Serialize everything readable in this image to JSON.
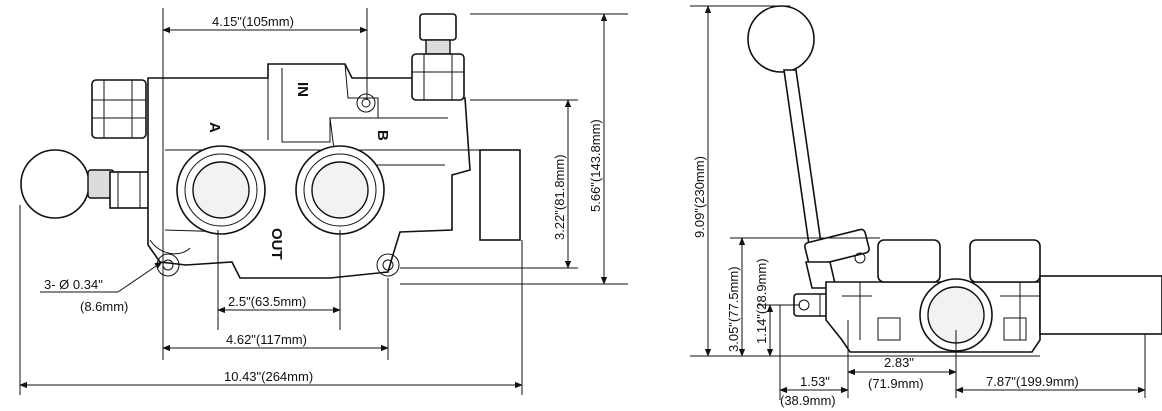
{
  "front_view": {
    "dim_width_top": "4.15\"(105mm)",
    "dim_height_total": "5.66\"(143.8mm)",
    "dim_height_ports": "3.22\"(81.8mm)",
    "dim_port_spacing": "2.5\"(63.5mm)",
    "dim_mount_spacing": "4.62\"(117mm)",
    "dim_total_length": "10.43\"(264mm)",
    "hole_callout_line1": "3- Ø 0.34\"",
    "hole_callout_line2": "(8.6mm)",
    "label_in": "IN",
    "label_a": "A",
    "label_b": "B",
    "label_out": "OUT"
  },
  "side_view": {
    "dim_lever_height": "9.09\"(230mm)",
    "dim_body_height": "3.05\"(77.5mm)",
    "dim_pin_height": "1.14\"(28.9mm)",
    "dim_port_offset_line1": "2.83\"",
    "dim_port_offset_line2": "(71.9mm)",
    "dim_pivot_offset_line1": "1.53\"",
    "dim_pivot_offset_line2": "(38.9mm)",
    "dim_body_length": "7.87\"(199.9mm)"
  }
}
